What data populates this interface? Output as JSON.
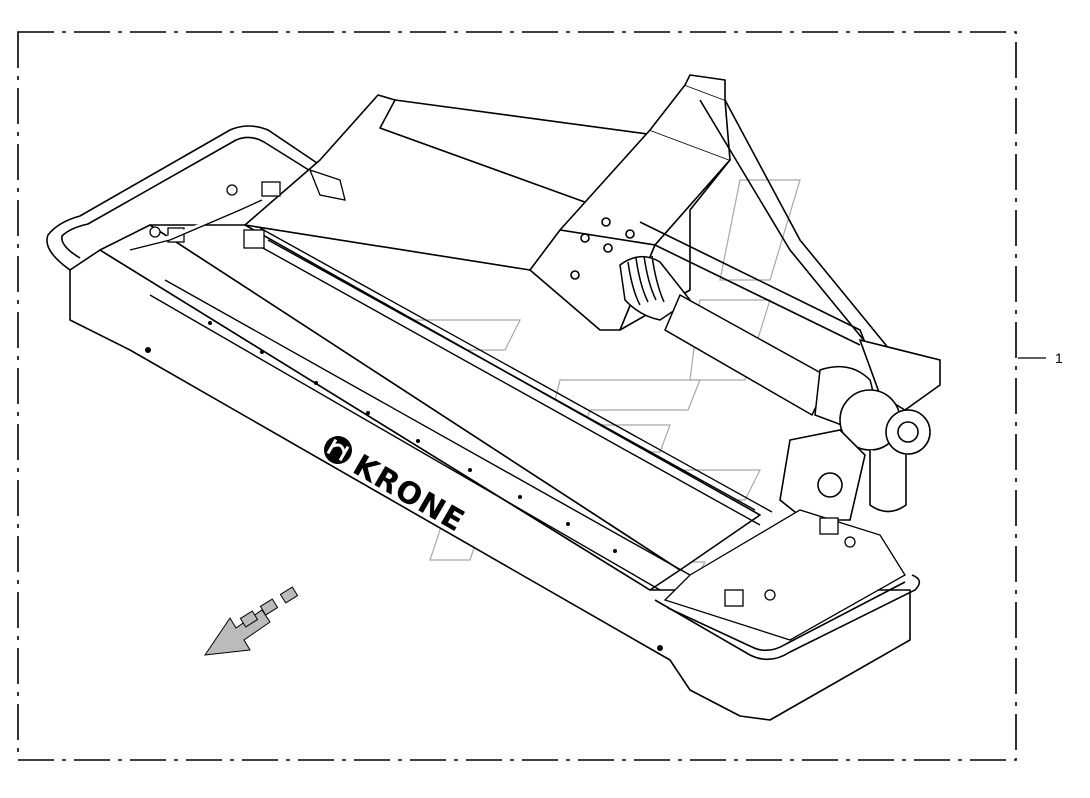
{
  "callout": {
    "number": "1"
  },
  "brand": {
    "name": "KRONE"
  },
  "watermark": {
    "glyphs": "ETE"
  }
}
